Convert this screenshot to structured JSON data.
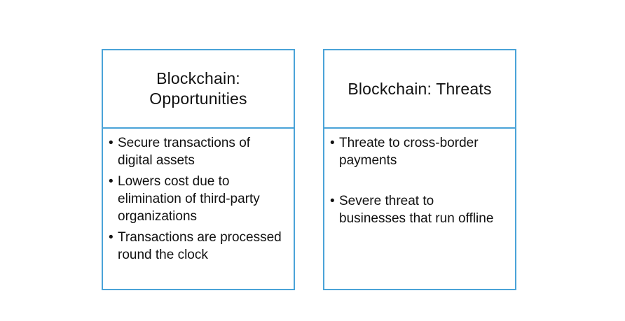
{
  "opportunities": {
    "title": "Blockchain: Opportunities",
    "items": [
      "Secure transactions of digital assets",
      "Lowers cost due to elimination of third-party organizations",
      "Transactions are processed round the clock"
    ]
  },
  "threats": {
    "title": "Blockchain: Threats",
    "items": [
      "Threate to cross-border payments",
      "Severe threat to businesses that run offline"
    ]
  },
  "colors": {
    "border": "#4aa3d8",
    "text": "#111111",
    "background": "#ffffff"
  }
}
